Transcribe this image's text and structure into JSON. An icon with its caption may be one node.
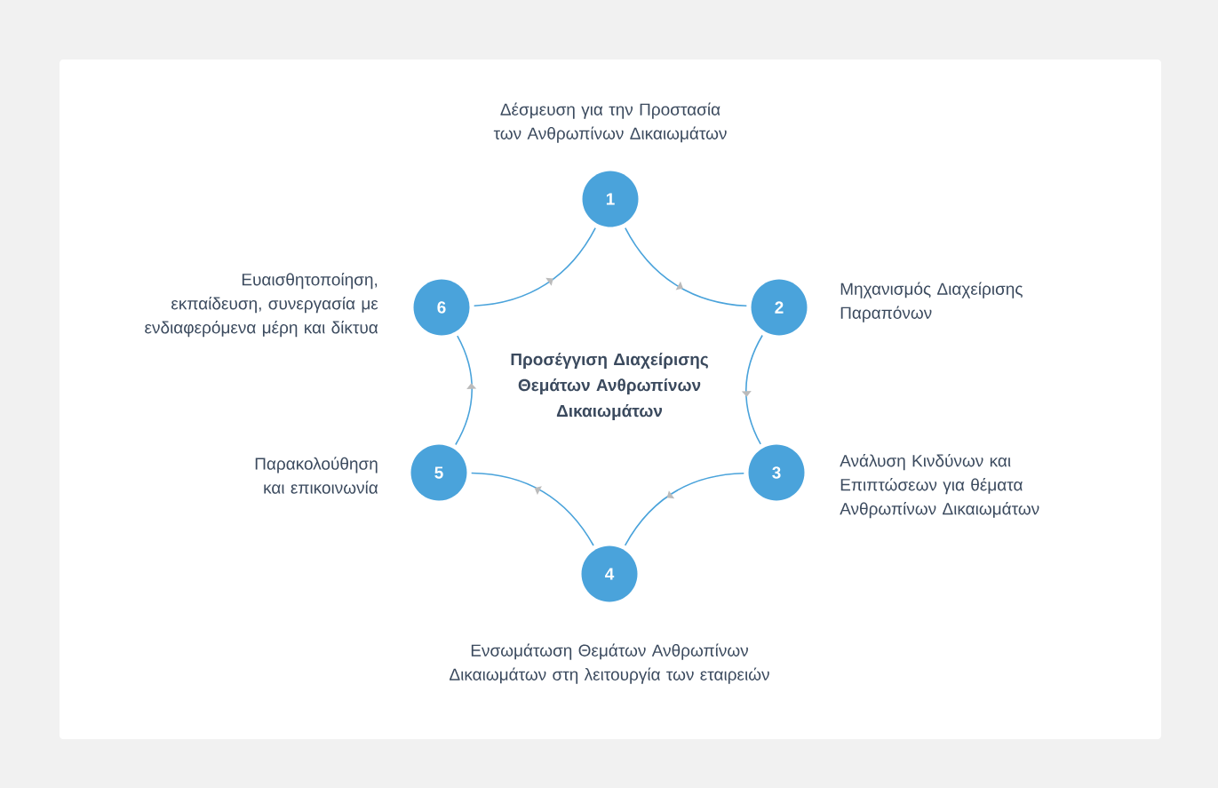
{
  "diagram": {
    "title": "Προσέγγιση Διαχείρισης Θεμάτων Ανθρωπίνων Δικαιωμάτων",
    "nodes": [
      {
        "text": [
          "1"
        ],
        "beside": [
          "Δέσμευση για την Προστασία των Ανθρωπίνων Δικαιωμάτων"
        ]
      },
      {
        "text": [
          "2"
        ],
        "beside": [
          "Μηχανισμός Διαχείρισης Παραπόνων"
        ]
      },
      {
        "text": [
          "3"
        ],
        "beside": [
          "Ανάλυση Κινδύνων και Επιπτώσεων για θέματα Ανθρωπίνων Δικαιωμάτων"
        ]
      },
      {
        "text": [
          "4"
        ],
        "beside": [
          "Ενσωμάτωση Θεμάτων Ανθρωπίνων Δικαιωμάτων στη λειτουργία των εταιρειών"
        ]
      },
      {
        "text": [
          "5"
        ],
        "beside": [
          "Παρακολούθηση και επικοινωνία"
        ]
      },
      {
        "text": [
          "6"
        ],
        "beside": [
          "Ευαισθητοποίηση, εκπαίδευση, συνεργασία με ενδιαφερόμενα μέρη και δίκτυα"
        ]
      }
    ],
    "edges": [
      {
        "from": 0,
        "to": 1,
        "arrow": "to"
      },
      {
        "from": 1,
        "to": 2,
        "arrow": "to"
      },
      {
        "from": 2,
        "to": 3,
        "arrow": "to"
      },
      {
        "from": 3,
        "to": 4,
        "arrow": "to"
      },
      {
        "from": 4,
        "to": 5,
        "arrow": "to"
      },
      {
        "from": 5,
        "to": 0,
        "arrow": "to"
      }
    ]
  }
}
